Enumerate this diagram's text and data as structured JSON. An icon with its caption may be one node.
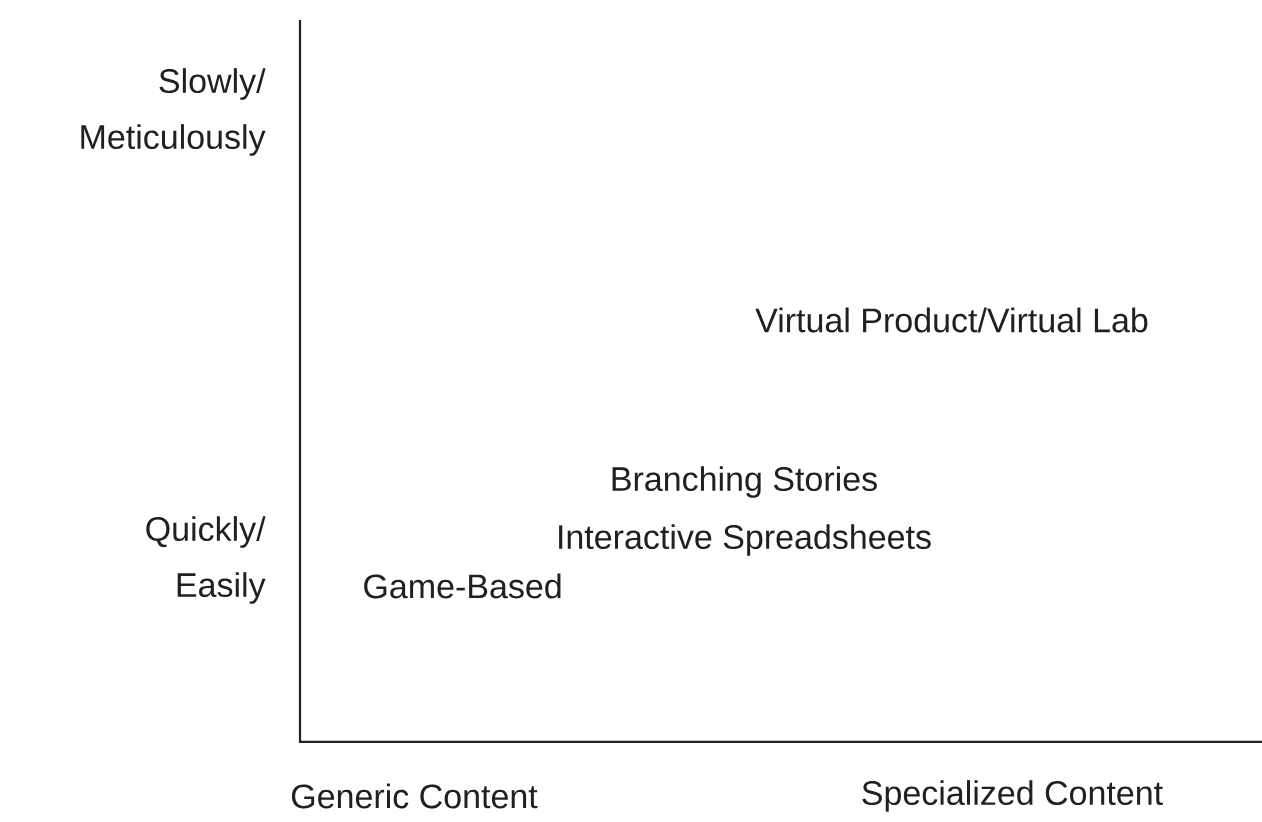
{
  "diagram": {
    "labels": [
      "Slowly/ Meticulously",
      "Virtual Product/Virtual Lab",
      "Branching Stories",
      "Interactive Spreadsheets",
      "Quickly/ Easily",
      "Game-Based",
      "Generic Content",
      "Specialized Content"
    ]
  }
}
